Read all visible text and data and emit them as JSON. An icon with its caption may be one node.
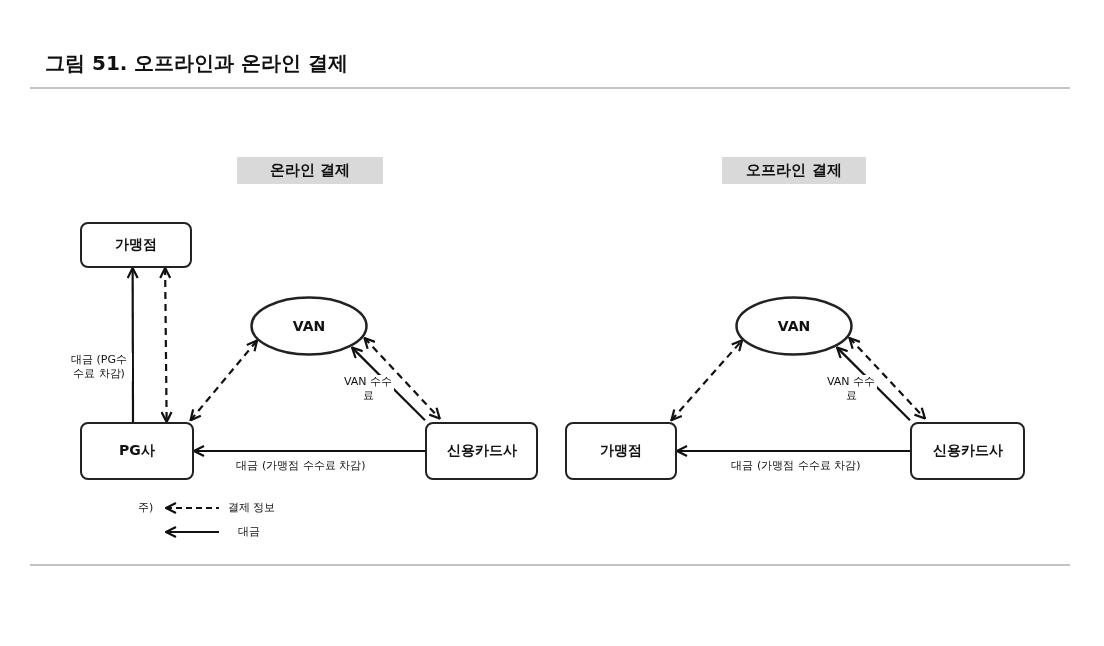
{
  "diagram": {
    "title": "그림 51. 오프라인과 온라인 결제",
    "nodes": [
      {
        "text": [
          "온라인 결제"
        ]
      },
      {
        "text": [
          "가맹점"
        ]
      },
      {
        "text": [
          "VAN"
        ]
      },
      {
        "text": [
          "PG사"
        ]
      },
      {
        "text": [
          "신용카드사"
        ]
      },
      {
        "text": [
          "오프라인 결제"
        ]
      },
      {
        "text": [
          "VAN"
        ]
      },
      {
        "text": [
          "가맹점"
        ]
      },
      {
        "text": [
          "신용카드사"
        ]
      }
    ],
    "edges": [
      {
        "from": 3,
        "to": 1,
        "arrow": "to",
        "label": "대금 (PG수수료 차감)"
      },
      {
        "from": 1,
        "to": 3,
        "arrow": "both",
        "style": "dashed"
      },
      {
        "from": 3,
        "to": 2,
        "arrow": "both",
        "style": "dashed"
      },
      {
        "from": 4,
        "to": 2,
        "arrow": "to",
        "label": "VAN 수수료"
      },
      {
        "from": 2,
        "to": 4,
        "arrow": "both",
        "style": "dashed"
      },
      {
        "from": 4,
        "to": 3,
        "arrow": "to",
        "label": "대금 (가맹점 수수료 차감)"
      },
      {
        "from": 7,
        "to": 6,
        "arrow": "both",
        "style": "dashed"
      },
      {
        "from": 8,
        "to": 6,
        "arrow": "to",
        "label": "VAN 수수료"
      },
      {
        "from": 6,
        "to": 8,
        "arrow": "both",
        "style": "dashed"
      },
      {
        "from": 8,
        "to": 7,
        "arrow": "to",
        "label": "대금 (가맹점 수수료 차감)"
      }
    ],
    "labels": [
      "주)"
    ],
    "legend": [
      {
        "text": "결제 정보"
      },
      {
        "text": "대금"
      }
    ]
  }
}
